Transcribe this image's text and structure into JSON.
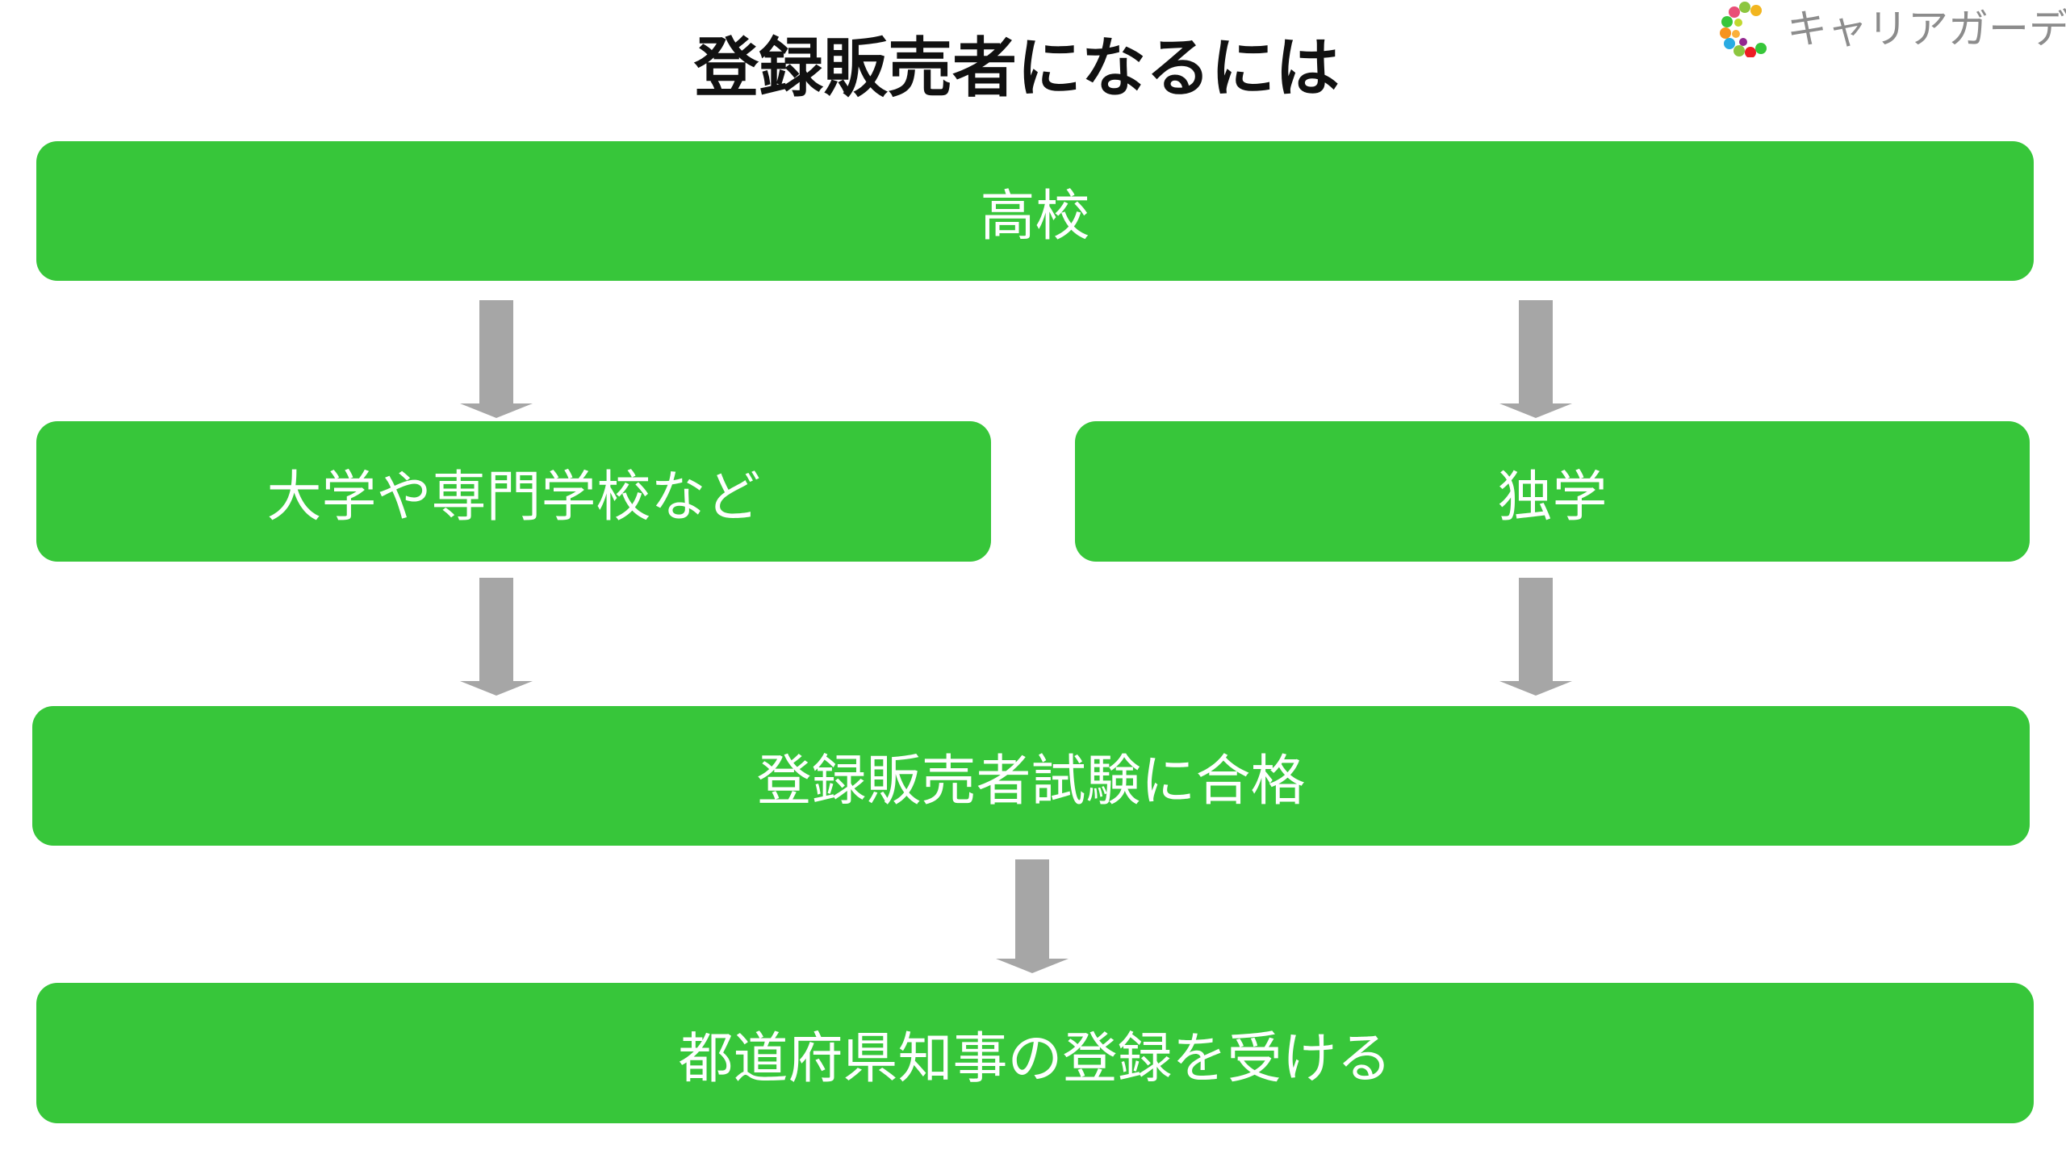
{
  "title": "登録販売者になるには",
  "logo": {
    "text": "キャリアガーデン",
    "icon": "career-garden-c-logo"
  },
  "colors": {
    "box": "#37c63a",
    "arrow": "#a6a6a6",
    "box_text": "#ffffff",
    "title": "#111111",
    "logo_text": "#8c8c8c"
  },
  "nodes": {
    "high_school": "高校",
    "university": "大学や専門学校など",
    "self_study": "独学",
    "exam": "登録販売者試験に合格",
    "registration": "都道府県知事の登録を受ける"
  },
  "edges": [
    {
      "from": "high_school",
      "to": "university"
    },
    {
      "from": "high_school",
      "to": "self_study"
    },
    {
      "from": "university",
      "to": "exam"
    },
    {
      "from": "self_study",
      "to": "exam"
    },
    {
      "from": "exam",
      "to": "registration"
    }
  ]
}
